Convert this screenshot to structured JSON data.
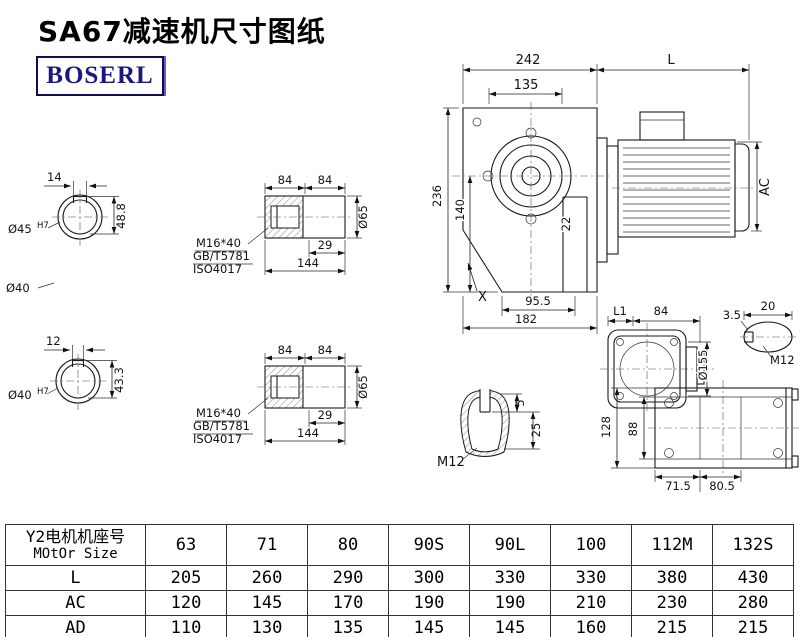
{
  "page": {
    "title": "SA67减速机尺寸图纸",
    "logo": "BOSERL"
  },
  "views": {
    "shaft_end_top": {
      "keyway_width": "14",
      "bore_dia": "Ø45",
      "bore_tol": "H7",
      "keyway_height": "48.8",
      "shaft_dia_label": "Ø40"
    },
    "shaft_end_bottom": {
      "keyway_width": "12",
      "bore_dia": "Ø40",
      "bore_tol": "H7",
      "keyway_height": "43.3"
    },
    "shaft_side_top": {
      "len_a": "84",
      "len_b": "84",
      "thread": "M16*40",
      "standard_1": "GB/T5781",
      "standard_2": "ISO4017",
      "len_c": "29",
      "len_total": "144",
      "outer_dia": "Ø65"
    },
    "shaft_side_bottom": {
      "len_a": "84",
      "len_b": "84",
      "thread": "M16*40",
      "standard_1": "GB/T5781",
      "standard_2": "ISO4017",
      "len_c": "29",
      "len_total": "144",
      "outer_dia": "Ø65"
    },
    "main_view": {
      "housing_len": "242",
      "motor_len": "L",
      "flange_len": "135",
      "height": "236",
      "axis_height": "140",
      "shaft_offset": "22",
      "foot_len": "95.5",
      "base_len": "182",
      "corner_ref": "X",
      "motor_height": "AC"
    },
    "front_view": {
      "dim_l1": "L1",
      "dim_len": "84",
      "key_depth": "3.5",
      "key_len": "20",
      "body_dia": "Ø155",
      "thread": "M12"
    },
    "plug_detail": {
      "slot_depth": "5",
      "slot_len": "25",
      "thread": "M12"
    },
    "bottom_view": {
      "width": "128",
      "inner_width": "88",
      "hole_dist_1": "71.5",
      "hole_dist_2": "80.5"
    }
  },
  "table": {
    "header": {
      "line1": "Y2电机机座号",
      "line2": "MOtOr Size"
    },
    "sizes": [
      "63",
      "71",
      "80",
      "90S",
      "90L",
      "100",
      "112M",
      "132S"
    ],
    "rows": [
      {
        "label": "L",
        "values": [
          "205",
          "260",
          "290",
          "300",
          "330",
          "330",
          "380",
          "430"
        ]
      },
      {
        "label": "AC",
        "values": [
          "120",
          "145",
          "170",
          "190",
          "190",
          "210",
          "230",
          "280"
        ]
      },
      {
        "label": "AD",
        "values": [
          "110",
          "130",
          "135",
          "145",
          "145",
          "160",
          "215",
          "215"
        ]
      }
    ]
  }
}
